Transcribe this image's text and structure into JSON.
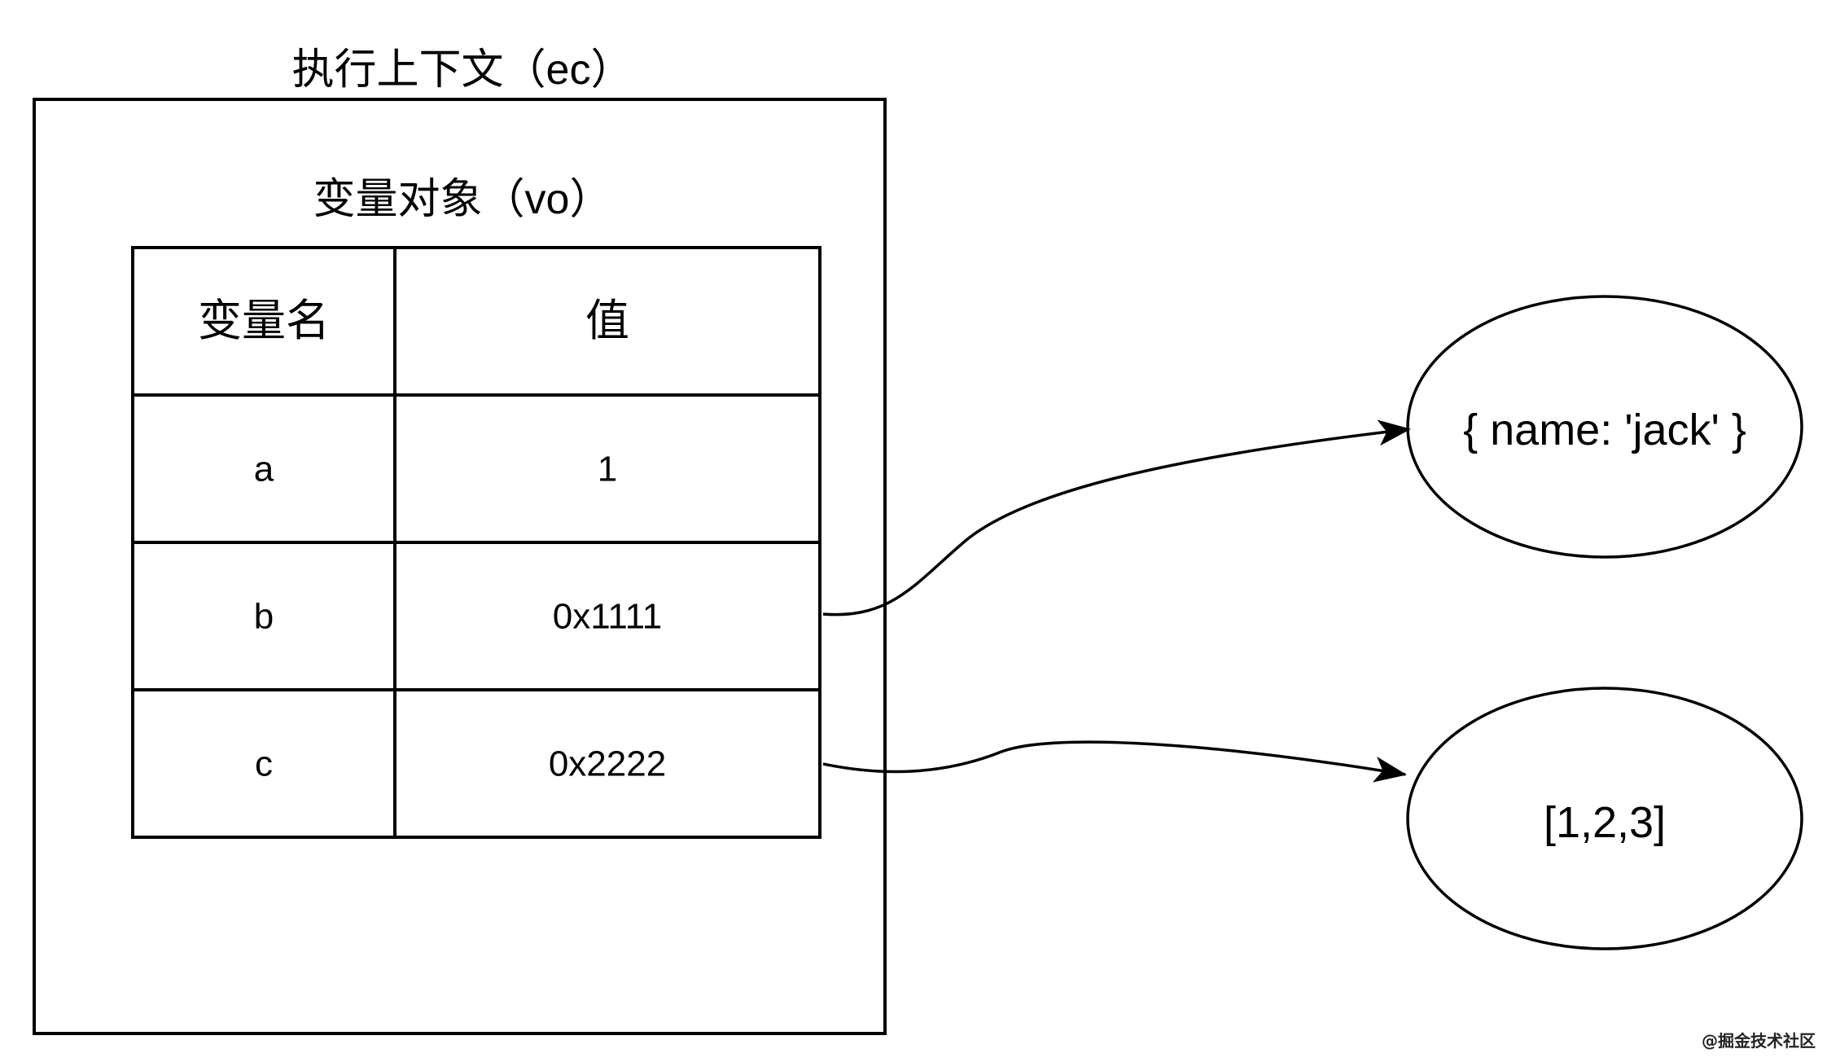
{
  "diagram": {
    "title": "执行上下文（ec）",
    "vo_title": "变量对象（vo）",
    "table": {
      "headers": [
        "变量名",
        "值"
      ],
      "rows": [
        [
          "a",
          "1"
        ],
        [
          "b",
          "0x1111"
        ],
        [
          "c",
          "0x2222"
        ]
      ]
    },
    "heap": [
      {
        "label": "{ name: 'jack' }"
      },
      {
        "label": "[1,2,3]"
      }
    ],
    "edges": [
      {
        "from_row": 1,
        "to_node": 0
      },
      {
        "from_row": 2,
        "to_node": 1
      }
    ]
  },
  "watermark": "@掘金技术社区",
  "colors": {
    "stroke": "#000000",
    "background": "#ffffff",
    "watermark": "#222222"
  }
}
